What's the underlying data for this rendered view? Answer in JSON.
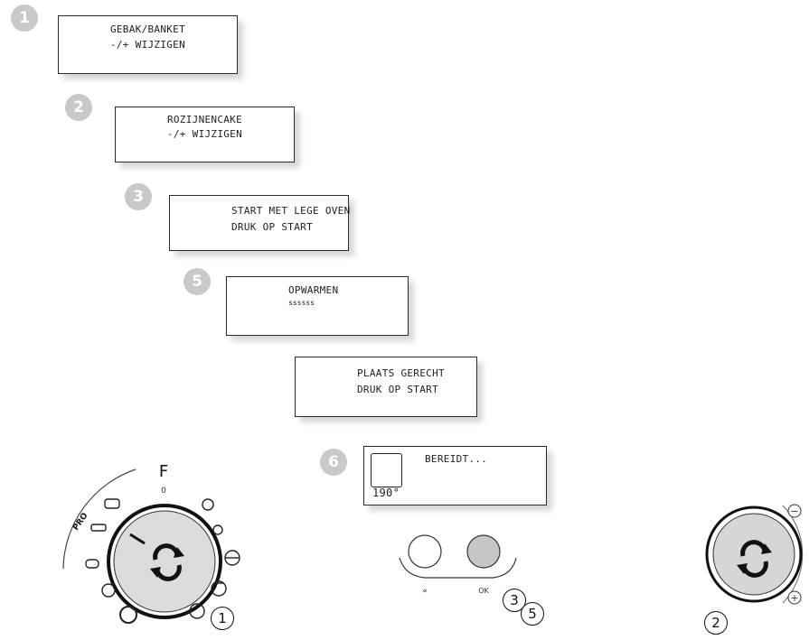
{
  "steps": {
    "s1": {
      "badge": "1",
      "line1": "GEBAK/BANKET",
      "line2": "-/+ WIJZIGEN"
    },
    "s2": {
      "badge": "2",
      "line1": "ROZIJNENCAKE",
      "line2": "-/+ WIJZIGEN"
    },
    "s3": {
      "badge": "3",
      "line1": "START MET LEGE OVEN",
      "line2": "DRUK OP START"
    },
    "s5": {
      "badge": "5",
      "line1": "OPWARMEN",
      "line2": "ssssss"
    },
    "s5b": {
      "line1": "PLAATS GERECHT",
      "line2": "DRUK OP START"
    },
    "s6": {
      "badge": "6",
      "line1": "BEREIDT...",
      "temp": "190°"
    }
  },
  "controls": {
    "dial_label": "F",
    "pro_label": "PRO",
    "zero_label": "0",
    "back_label": "«",
    "ok_label": "OK",
    "minus_label": "−",
    "plus_label": "+"
  },
  "callouts": {
    "c_dial": "1",
    "c_knob": "2",
    "c_ok3": "3",
    "c_ok5": "5"
  }
}
